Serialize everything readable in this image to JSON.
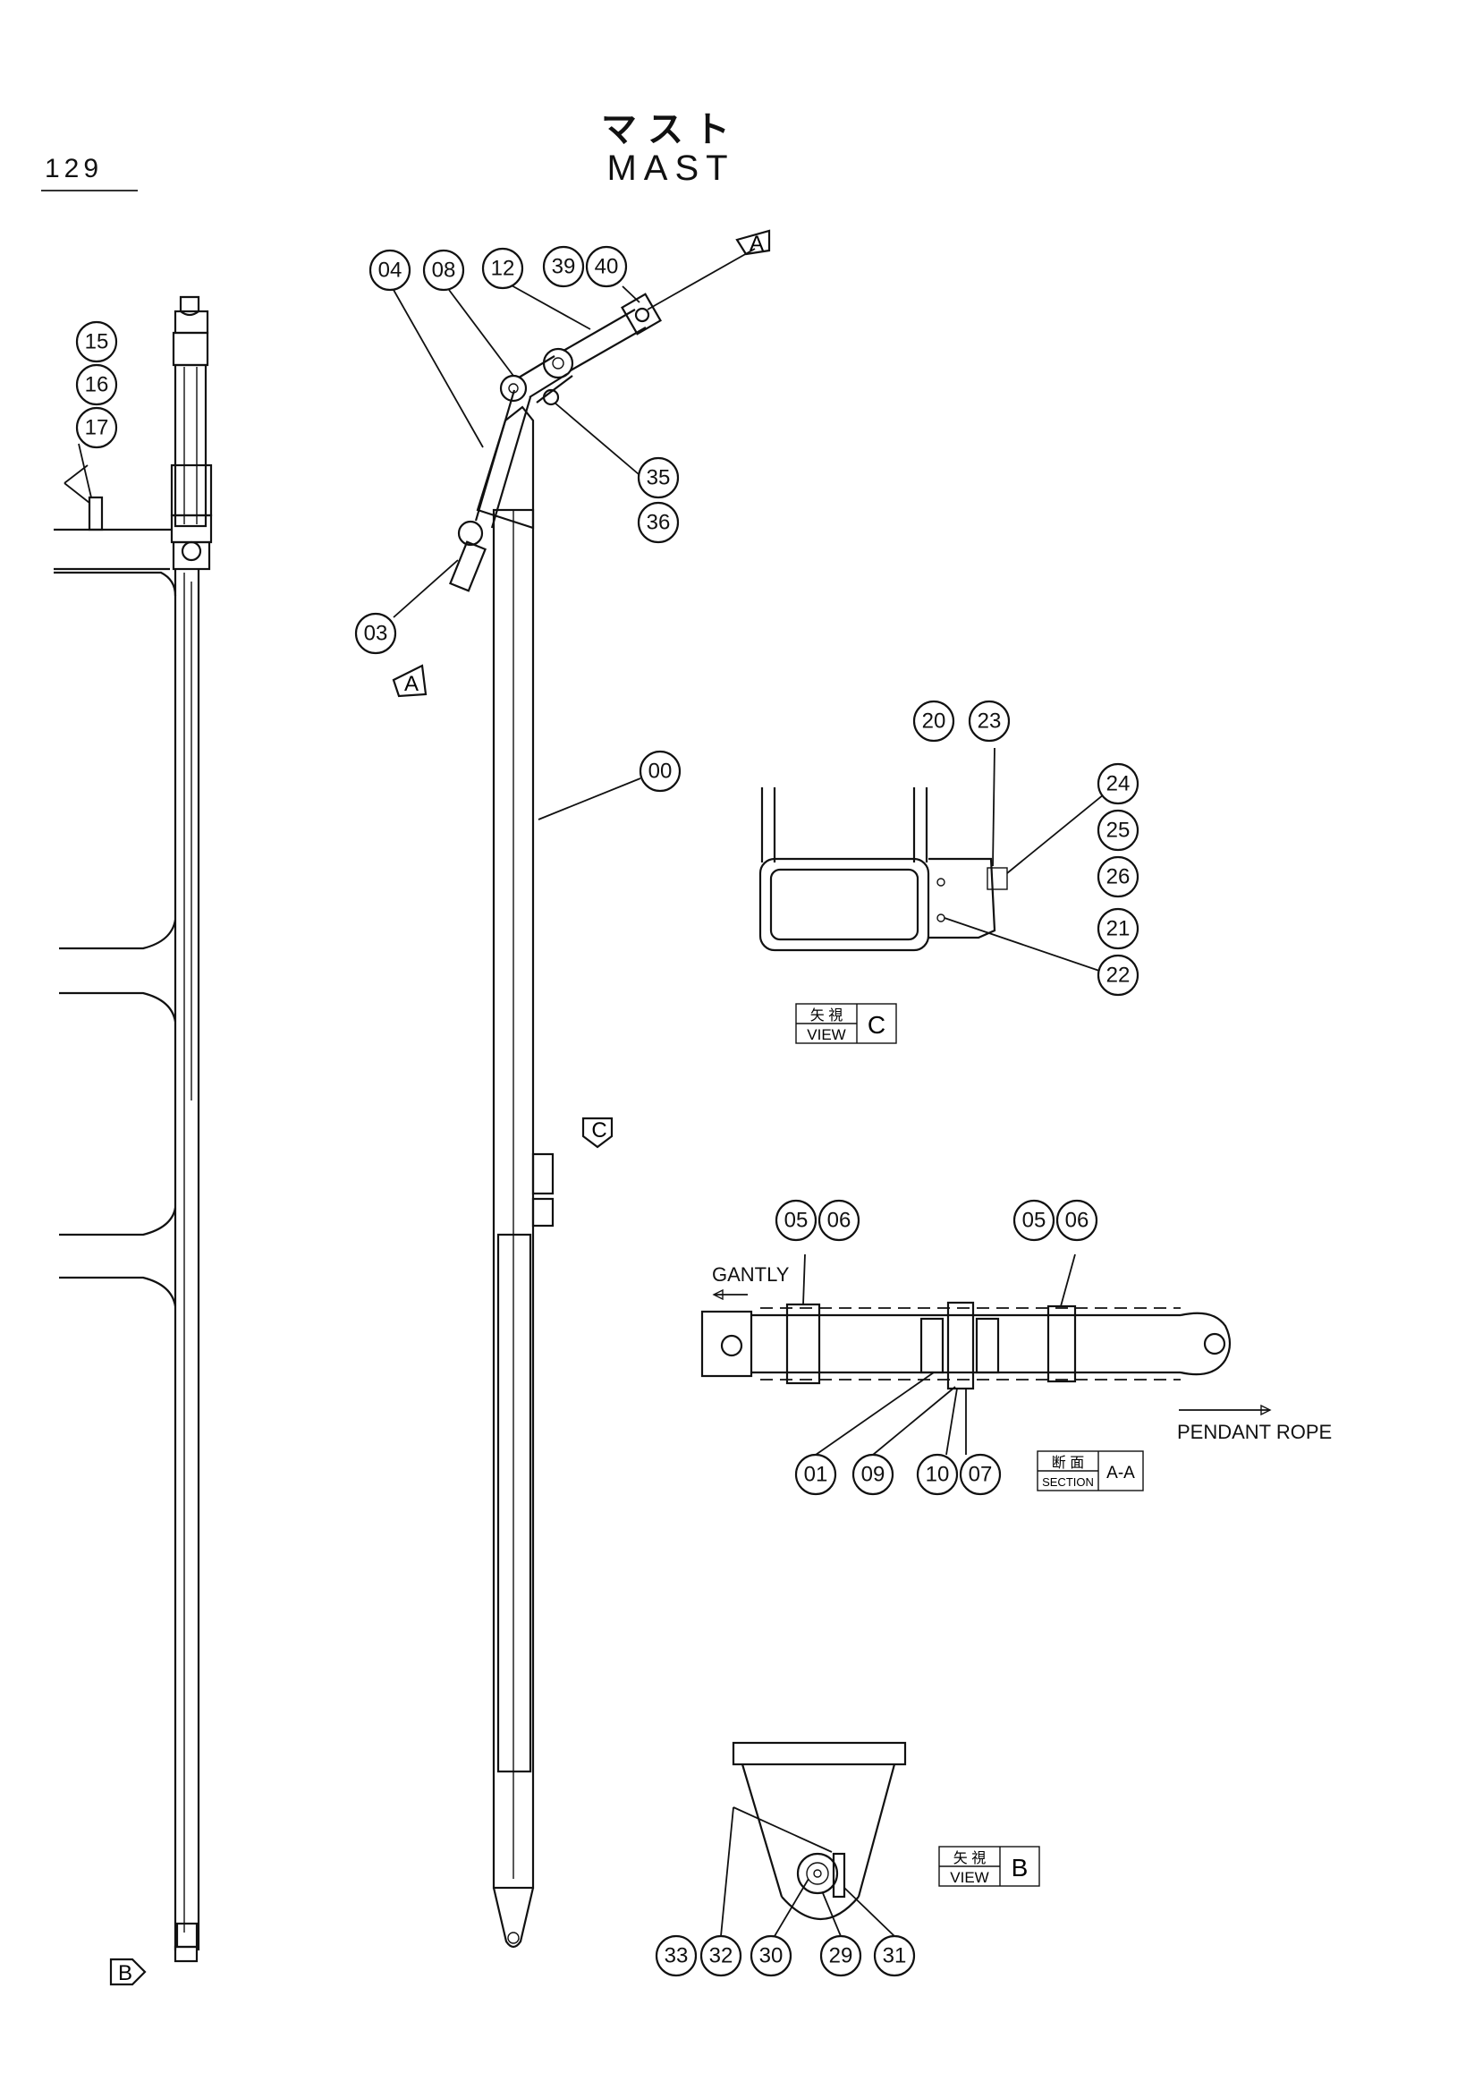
{
  "page_number": "129",
  "title_jp": "マスト",
  "title_en": "MAST",
  "callouts": [
    {
      "id": "c15",
      "label": "15"
    },
    {
      "id": "c16",
      "label": "16"
    },
    {
      "id": "c17",
      "label": "17"
    },
    {
      "id": "c04",
      "label": "04"
    },
    {
      "id": "c08",
      "label": "08"
    },
    {
      "id": "c12",
      "label": "12"
    },
    {
      "id": "c39",
      "label": "39"
    },
    {
      "id": "c40",
      "label": "40"
    },
    {
      "id": "c35",
      "label": "35"
    },
    {
      "id": "c36",
      "label": "36"
    },
    {
      "id": "c03",
      "label": "03"
    },
    {
      "id": "c00",
      "label": "00"
    },
    {
      "id": "c20",
      "label": "20"
    },
    {
      "id": "c23",
      "label": "23"
    },
    {
      "id": "c24",
      "label": "24"
    },
    {
      "id": "c25",
      "label": "25"
    },
    {
      "id": "c26",
      "label": "26"
    },
    {
      "id": "c21",
      "label": "21"
    },
    {
      "id": "c22",
      "label": "22"
    },
    {
      "id": "c05a",
      "label": "05"
    },
    {
      "id": "c06a",
      "label": "06"
    },
    {
      "id": "c05b",
      "label": "05"
    },
    {
      "id": "c06b",
      "label": "06"
    },
    {
      "id": "c01",
      "label": "01"
    },
    {
      "id": "c09",
      "label": "09"
    },
    {
      "id": "c10",
      "label": "10"
    },
    {
      "id": "c07",
      "label": "07"
    },
    {
      "id": "c33",
      "label": "33"
    },
    {
      "id": "c32",
      "label": "32"
    },
    {
      "id": "c30",
      "label": "30"
    },
    {
      "id": "c29",
      "label": "29"
    },
    {
      "id": "c31",
      "label": "31"
    }
  ],
  "view_markers": {
    "a_top": "A",
    "a_bottom": "A",
    "b": "B",
    "c": "C"
  },
  "view_c": {
    "jp": "矢 視",
    "en": "VIEW",
    "letter": "C"
  },
  "view_b": {
    "jp": "矢 視",
    "en": "VIEW",
    "letter": "B"
  },
  "section_aa": {
    "jp": "断 面",
    "en": "SECTION",
    "letter": "A-A"
  },
  "notes": {
    "gantly": "GANTLY",
    "pendant_rope": "PENDANT ROPE"
  }
}
